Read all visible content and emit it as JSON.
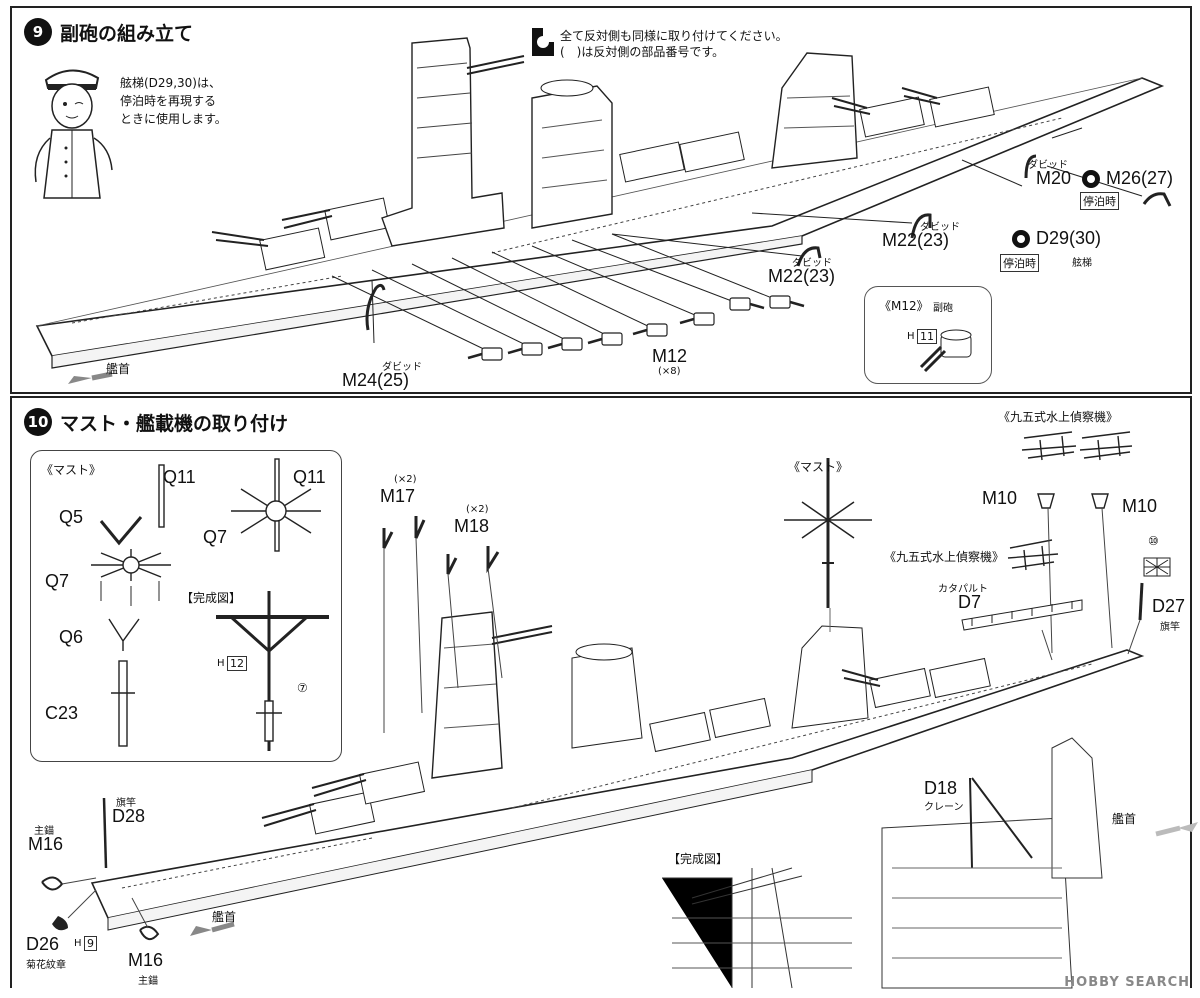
{
  "step9": {
    "number": "9",
    "title": "副砲の組み立て",
    "legend_line1": "全て反対側も同様に取り付けてください。",
    "legend_line2": "(　)は反対側の部品番号です。",
    "speech_line1": "舷梯(D29,30)は、",
    "speech_line2": "停泊時を再現する",
    "speech_line3": "ときに使用します。",
    "labels": {
      "m24": "M24(25)",
      "m24_sub": "ダビッド",
      "m12": "M12",
      "m12_qty": "(×8)",
      "m22a": "M22(23)",
      "m22a_sub": "ダビッド",
      "m22b": "M22(23)",
      "m22b_sub": "ダビッド",
      "m20": "M20",
      "m20_sub": "ダビッド",
      "m26": "M26(27)",
      "m26_sub": "停泊時",
      "d29": "D29(30)",
      "d29_sub1": "停泊時",
      "d29_sub2": "舷梯",
      "bow": "艦首"
    },
    "inset": {
      "title": "《M12》",
      "title_sub": "副砲",
      "h_label": "H",
      "h_num": "11"
    }
  },
  "step10": {
    "number": "10",
    "title": "マスト・艦載機の取り付け",
    "mast_box": {
      "title": "《マスト》",
      "q11a": "Q11",
      "q5": "Q5",
      "q7a": "Q7",
      "q7b": "Q7",
      "q11b": "Q11",
      "q6": "Q6",
      "c23": "C23",
      "complete": "【完成図】",
      "h_label": "H",
      "h_num": "12",
      "circle_num": "⑦"
    },
    "labels": {
      "m17": "M17",
      "m17_qty": "(×2)",
      "m18": "M18",
      "m18_qty": "(×2)",
      "mast": "《マスト》",
      "plane_a": "《九五式水上偵察機》",
      "plane_b": "《九五式水上偵察機》",
      "m10a": "M10",
      "m10b": "M10",
      "catapult": "カタパルト",
      "d7": "D7",
      "d27": "D27",
      "d27_sub": "旗竿",
      "flag_num": "⑩",
      "d28": "D28",
      "d28_sub": "旗竿",
      "m16a": "M16",
      "m16a_sub": "主錨",
      "m16b": "M16",
      "m16b_sub": "主錨",
      "d26": "D26",
      "d26_h": "H",
      "d26_hnum": "9",
      "d26_sub": "菊花紋章",
      "bow_a": "艦首",
      "bow_b": "艦首",
      "d18": "D18",
      "d18_sub": "クレーン",
      "complete": "【完成図】"
    }
  },
  "watermark": "HOBBY SEARCH"
}
